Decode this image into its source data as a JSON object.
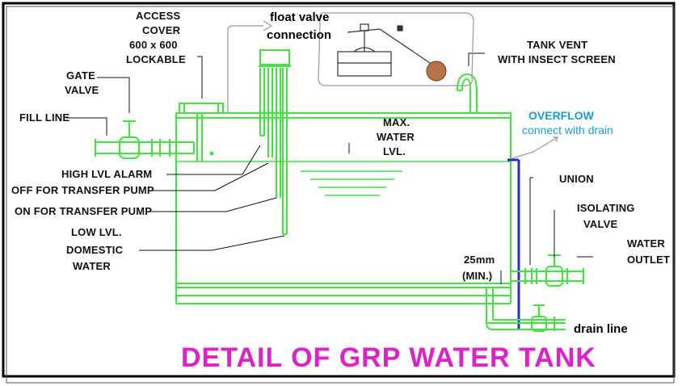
{
  "title": "DETAIL OF GRP WATER TANK",
  "labels": {
    "access_cover": [
      "ACCESS",
      "COVER",
      "600 x 600",
      "LOCKABLE"
    ],
    "gate_valve": [
      "GATE",
      "VALVE"
    ],
    "fill_line": "FILL LINE",
    "float_valve": [
      "float valve",
      "connection"
    ],
    "tank_vent": [
      "TANK VENT",
      "WITH INSECT SCREEN"
    ],
    "overflow": "OVERFLOW",
    "overflow_note": "connect with drain",
    "max_water": [
      "MAX.",
      "WATER",
      "LVL."
    ],
    "high_alarm": "HIGH LVL ALARM",
    "off_pump": "OFF FOR TRANSFER PUMP",
    "on_pump": "ON FOR TRANSFER PUMP",
    "low_lvl": [
      "LOW LVL.",
      "DOMESTIC",
      "WATER"
    ],
    "union": "UNION",
    "isolating_valve": [
      "ISOLATING",
      "VALVE"
    ],
    "water_outlet": [
      "WATER",
      "OUTLET"
    ],
    "min_gap": [
      "25mm",
      "(MIN.)"
    ],
    "drain_line": "drain line"
  },
  "colors": {
    "pipe": "#3ee63e",
    "overflow_pipe": "#2a2ad0",
    "title": "#e020c8",
    "annotation": "#1a9cd8",
    "leader": "#111111",
    "float_ball": "#b5734a"
  }
}
